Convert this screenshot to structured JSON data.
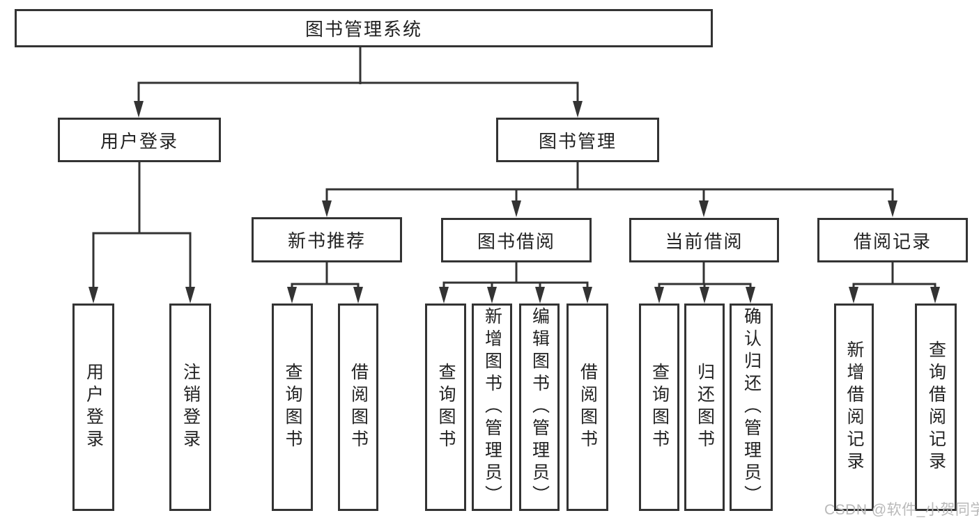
{
  "diagram": {
    "type": "tree-structure-chart",
    "watermark": "CSDN @软件_小贺同学",
    "colors": {
      "line": "#333333",
      "box_border": "#333333",
      "box_fill": "#ffffff",
      "text": "#222222",
      "watermark": "#b9b9b9",
      "background": "#ffffff"
    },
    "tree": {
      "label": "图书管理系统",
      "children": [
        {
          "label": "用户登录",
          "children": [
            {
              "label": "用户登录"
            },
            {
              "label": "注销登录"
            }
          ]
        },
        {
          "label": "图书管理",
          "children": [
            {
              "label": "新书推荐",
              "children": [
                {
                  "label": "查询图书"
                },
                {
                  "label": "借阅图书"
                }
              ]
            },
            {
              "label": "图书借阅",
              "children": [
                {
                  "label": "查询图书"
                },
                {
                  "label": "新增图书（管理员）"
                },
                {
                  "label": "编辑图书（管理员）"
                },
                {
                  "label": "借阅图书"
                }
              ]
            },
            {
              "label": "当前借阅",
              "children": [
                {
                  "label": "查询图书"
                },
                {
                  "label": "归还图书"
                },
                {
                  "label": "确认归还（管理员）"
                }
              ]
            },
            {
              "label": "借阅记录",
              "children": [
                {
                  "label": "新增借阅记录"
                },
                {
                  "label": "查询借阅记录"
                }
              ]
            }
          ]
        }
      ]
    }
  }
}
